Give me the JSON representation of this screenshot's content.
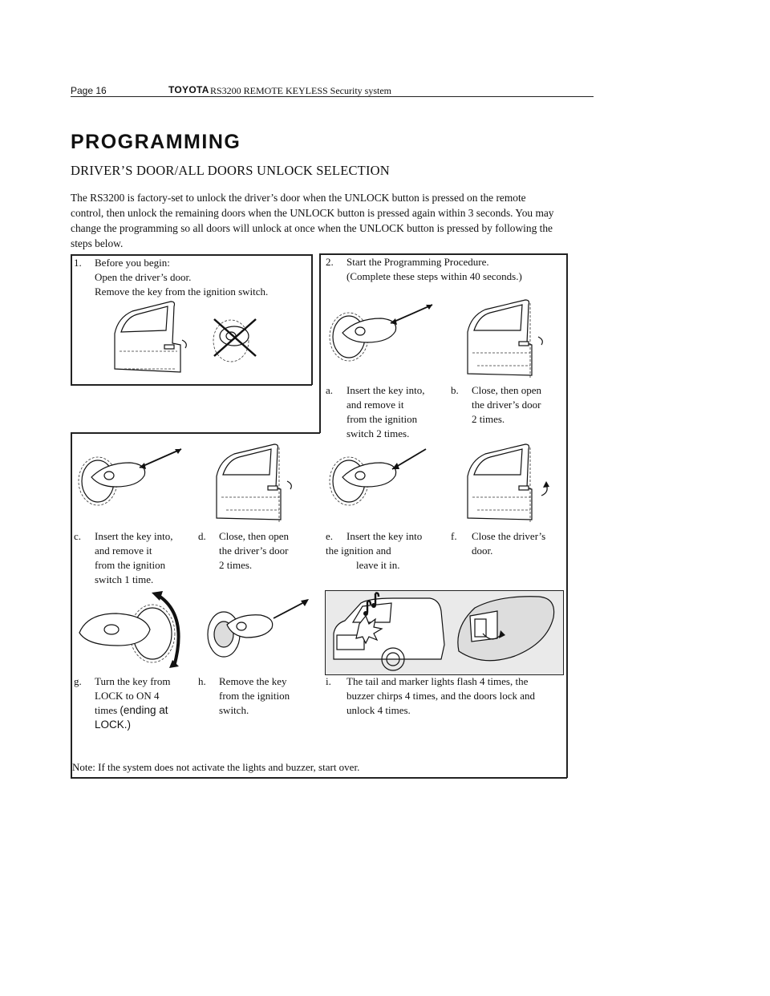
{
  "header": {
    "page": "Page 16",
    "brand": "TOYOTA",
    "rest": "RS3200 REMOTE KEYLESS Security system"
  },
  "title": "PROGRAMMING",
  "subtitle": "DRIVER’S DOOR/ALL DOORS UNLOCK SELECTION",
  "intro": "The RS3200 is factory-set to unlock the driver’s door when the UNLOCK button is pressed on the remote control, then unlock the remaining doors when the UNLOCK button is pressed again within 3 seconds. You may change the programming so all doors will unlock at once when the UNLOCK button is pressed by following the steps below.",
  "step1": {
    "num": "1.",
    "head": "Before you begin:",
    "line1": "Open the driver’s door.",
    "line2": "Remove the key from the ignition switch."
  },
  "step2": {
    "num": "2.",
    "head": "Start the Programming Procedure.",
    "line1": "(Complete these steps within 40 seconds.)"
  },
  "a": {
    "lbl": "a.",
    "l1": "Insert the key into,",
    "l2": "and remove it",
    "l3": "from the ignition",
    "l4": "switch 2 times."
  },
  "b": {
    "lbl": "b.",
    "l1": "Close, then open",
    "l2": "the driver’s door",
    "l3": "2 times."
  },
  "c": {
    "lbl": "c.",
    "l1": "Insert the key into,",
    "l2": "and remove it",
    "l3": "from the ignition",
    "l4": "switch 1 time."
  },
  "d": {
    "lbl": "d.",
    "l1": "Close, then open",
    "l2": "the driver’s door",
    "l3": "2 times."
  },
  "e": {
    "lbl": "e.",
    "l1": "Insert the key into",
    "l2": "the ignition and",
    "l3": "leave it in."
  },
  "f": {
    "lbl": "f.",
    "l1": "Close the driver’s",
    "l2": "door."
  },
  "g": {
    "lbl": "g.",
    "l1": "Turn the key from",
    "l2": "LOCK to ON 4",
    "l3a": "times ",
    "l3b": "(ending at",
    "l4": "LOCK.)"
  },
  "h": {
    "lbl": "h.",
    "l1": "Remove the key",
    "l2": "from the ignition",
    "l3": "switch."
  },
  "i": {
    "lbl": "i.",
    "l1": "The tail and marker lights flash 4 times, the",
    "l2": "buzzer chirps 4 times, and the doors lock and",
    "l3": "unlock 4 times."
  },
  "note": "Note: If the system does not activate the lights and buzzer, start over.",
  "icons": [
    "car-door-open-icon",
    "key-ignition-icon",
    "crossed-out-icon",
    "car-front-icon",
    "door-lock-handle-icon",
    "buzzer-note-icon"
  ]
}
